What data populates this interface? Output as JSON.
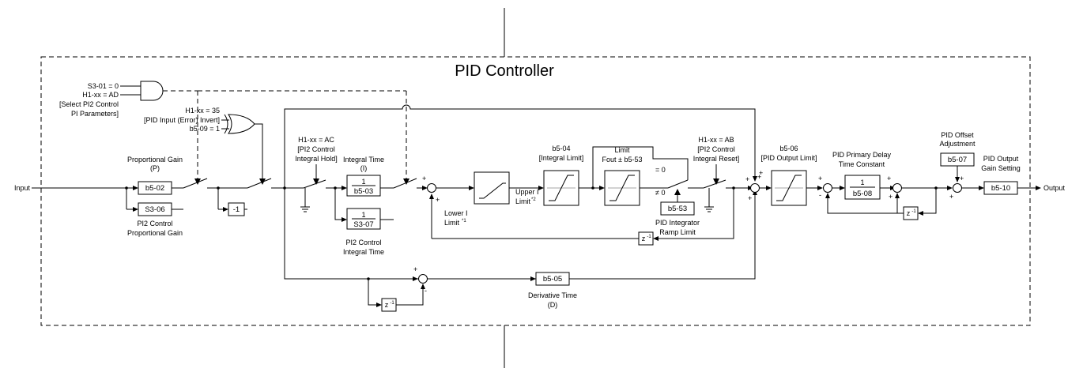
{
  "title": "PID Controller",
  "io": {
    "input": "Input",
    "output": "Output"
  },
  "logic": {
    "and_in1": "S3-01 = 0",
    "and_in2": "H1-xx = AD",
    "and_desc1": "[Select PI2 Control",
    "and_desc2": "PI Parameters]",
    "xor_in1a": "H1-xx = 35",
    "xor_in1b": "[PID Input (Error) Invert]",
    "xor_in2": "b5-09 = 1"
  },
  "blocks": {
    "b5_02": "b5-02",
    "s3_06": "S3-06",
    "neg1": "-1",
    "one_a": "1",
    "b5_03": "b5-03",
    "one_b": "1",
    "s3_07": "S3-07",
    "b5_53": "b5-53",
    "one_c": "1",
    "b5_08": "b5-08",
    "b5_07": "b5-07",
    "b5_10": "b5-10",
    "b5_05": "b5-05"
  },
  "labels": {
    "prop_gain_1": "Proportional Gain",
    "prop_gain_2": "(P)",
    "pi2_prop_1": "PI2 Control",
    "pi2_prop_2": "Proportional Gain",
    "hold_1": "H1-xx = AC",
    "hold_2": "[PI2 Control",
    "hold_3": "Integral Hold]",
    "int_time_1": "Integral Time",
    "int_time_2": "(I)",
    "pi2_int_1": "PI2 Control",
    "pi2_int_2": "Integral Time",
    "lower_1": "Lower I",
    "lower_2": "Limit",
    "lower_sup": "*1",
    "upper_1": "Upper I",
    "upper_2": "Limit",
    "upper_sup": "*2",
    "b5_04_1": "b5-04",
    "b5_04_2": "[Integral Limit]",
    "limit_1": "Limit",
    "limit_2": "Fout ± b5-53",
    "eq0": "= 0",
    "neq0": "≠ 0",
    "ramp_1": "PID Integrator",
    "ramp_2": "Ramp Limit",
    "reset_1": "H1-xx = AB",
    "reset_2": "[PI2 Control",
    "reset_3": "Integral Reset]",
    "b5_06_1": "b5-06",
    "b5_06_2": "[PID Output Limit]",
    "delay_1": "PID Primary Delay",
    "delay_2": "Time Constant",
    "offset_1": "PID Offset",
    "offset_2": "Adjustment",
    "gain_1": "PID Output",
    "gain_2": "Gain Setting",
    "deriv_1": "Derivative Time",
    "deriv_2": "(D)",
    "z": "z",
    "zexp": "-1",
    "plus": "+",
    "minus": "-"
  }
}
